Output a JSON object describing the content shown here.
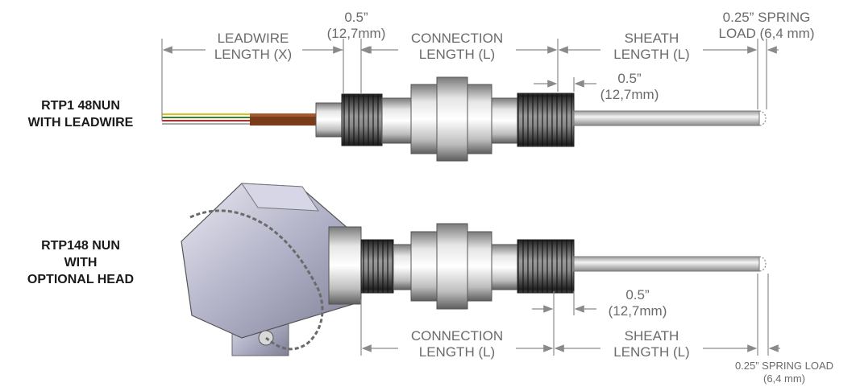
{
  "probe_top": {
    "title": [
      "RTP1 48NUN",
      "WITH LEADWIRE"
    ],
    "leadwire_label": [
      "LEADWIRE",
      "LENGTH (X)"
    ],
    "half_inch_top": [
      "0.5”",
      "(12,7mm)"
    ],
    "connection_label": [
      "CONNECTION",
      "LENGTH (L)"
    ],
    "sheath_label": [
      "SHEATH",
      "LENGTH (L)"
    ],
    "spring_label": [
      "0.25” SPRING",
      "LOAD (6,4 mm)"
    ],
    "half_inch_right": [
      "0.5”",
      "(12,7mm)"
    ]
  },
  "probe_bottom": {
    "title": [
      "RTP148 NUN",
      "WITH",
      "OPTIONAL HEAD"
    ],
    "half_inch": [
      "0.5”",
      "(12,7mm)"
    ],
    "connection_label": [
      "CONNECTION",
      "LENGTH (L)"
    ],
    "sheath_label": [
      "SHEATH",
      "LENGTH (L)"
    ],
    "spring_label": [
      "0.25” SPRING LOAD",
      "(6,4 mm)"
    ]
  },
  "colors": {
    "dimension_line": "#8a8a8a",
    "metal_light": "#f2f2f2",
    "metal_dark": "#6e6e6e",
    "thread": "#3a3a3a",
    "leadwire_jacket": "#7a3b1a",
    "head_body": "#a9a9c2"
  }
}
